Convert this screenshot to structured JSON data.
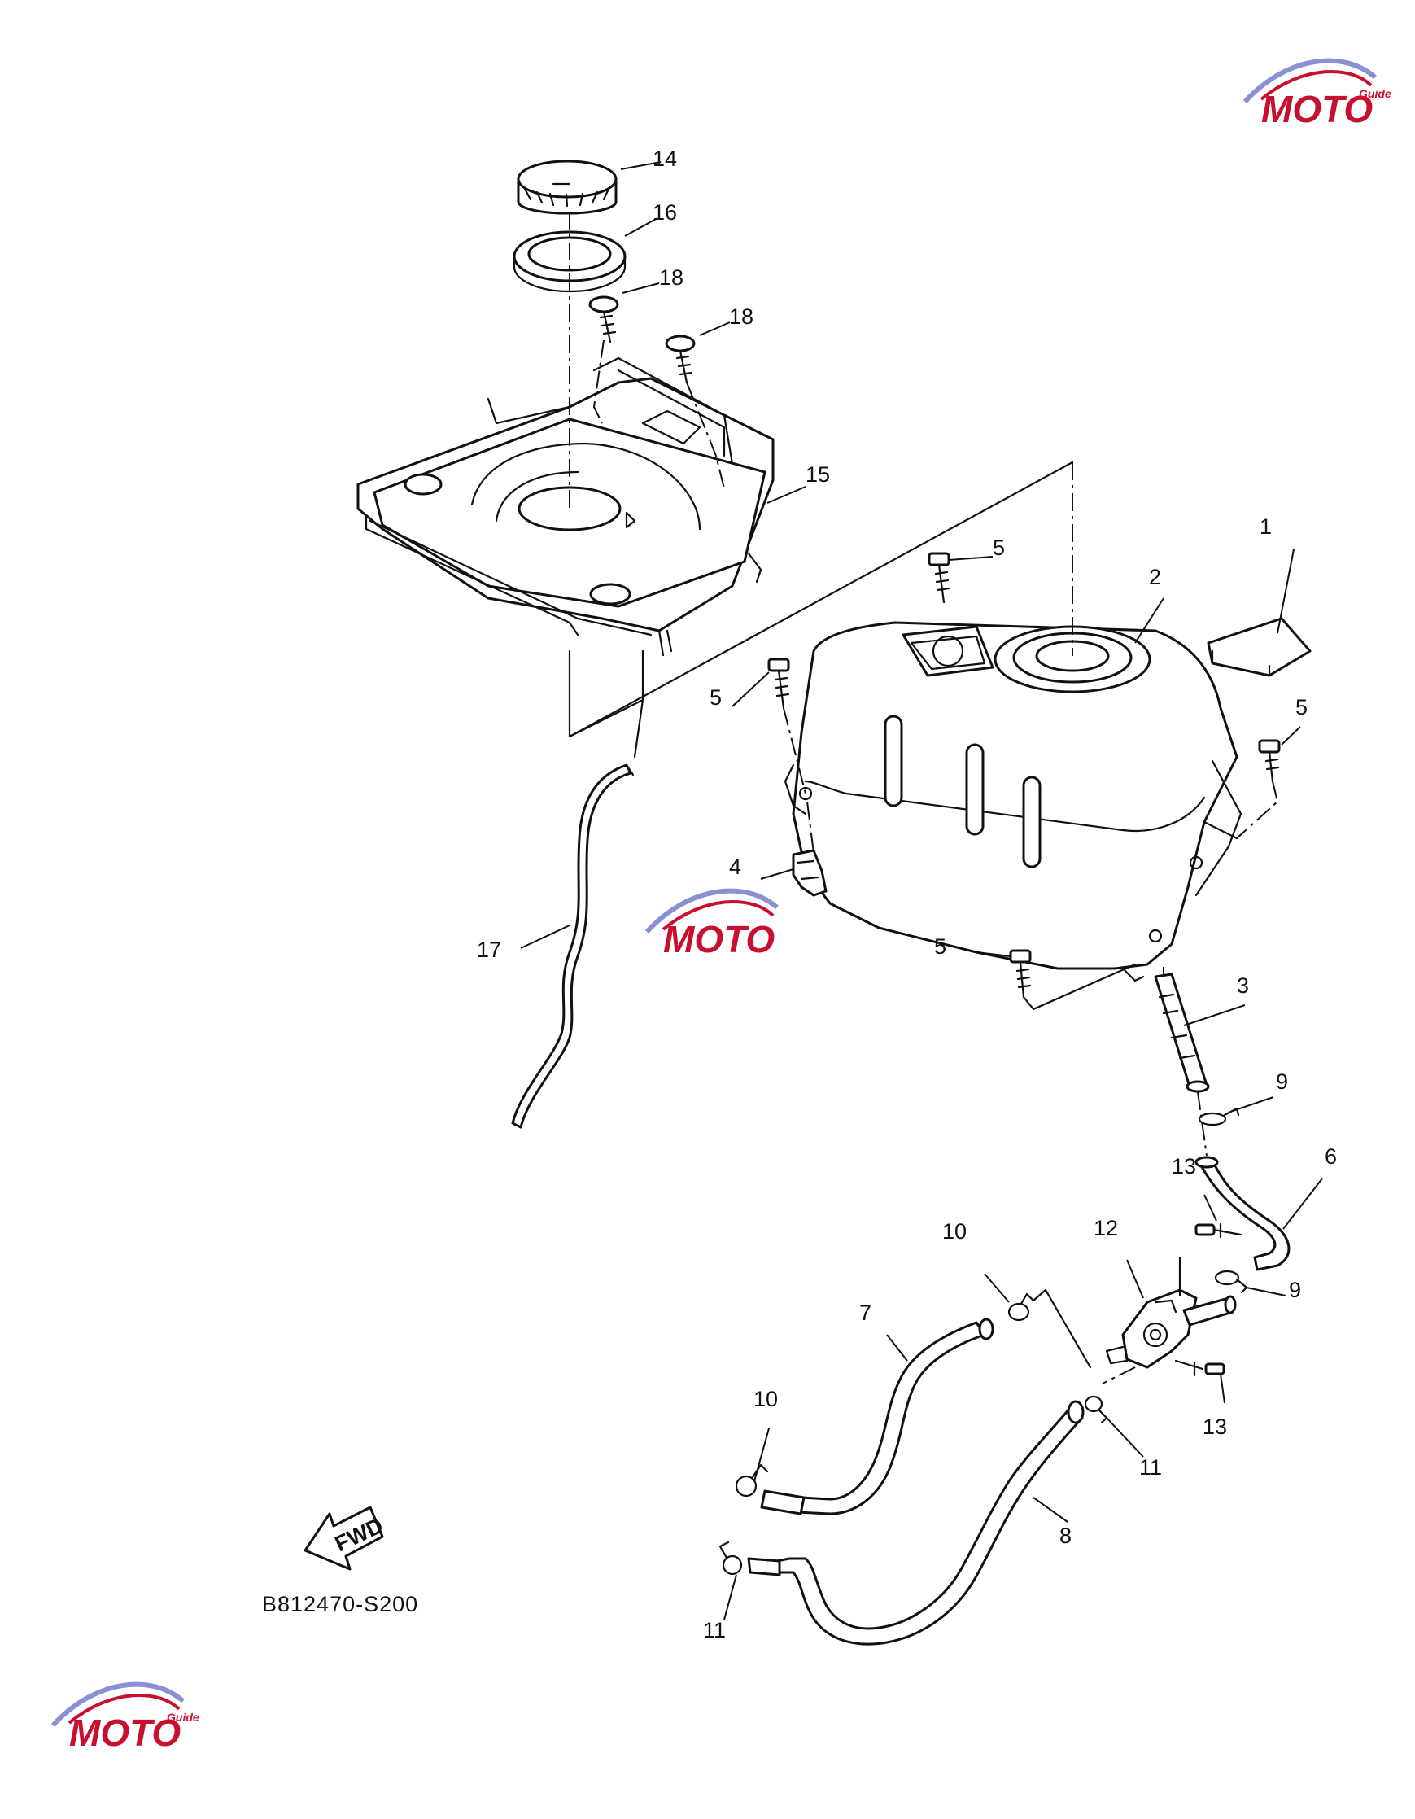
{
  "diagram_code": "B812470-S200",
  "fwd_label": "FWD",
  "watermark": {
    "brand": "MOTO",
    "tag": "Guide",
    "color": "#c8102e"
  },
  "callouts": [
    {
      "id": "c1",
      "label": "1"
    },
    {
      "id": "c2",
      "label": "2"
    },
    {
      "id": "c3",
      "label": "3"
    },
    {
      "id": "c4",
      "label": "4"
    },
    {
      "id": "c5a",
      "label": "5"
    },
    {
      "id": "c5b",
      "label": "5"
    },
    {
      "id": "c5c",
      "label": "5"
    },
    {
      "id": "c5d",
      "label": "5"
    },
    {
      "id": "c6",
      "label": "6"
    },
    {
      "id": "c7",
      "label": "7"
    },
    {
      "id": "c8",
      "label": "8"
    },
    {
      "id": "c9a",
      "label": "9"
    },
    {
      "id": "c9b",
      "label": "9"
    },
    {
      "id": "c10a",
      "label": "10"
    },
    {
      "id": "c10b",
      "label": "10"
    },
    {
      "id": "c11a",
      "label": "11"
    },
    {
      "id": "c11b",
      "label": "11"
    },
    {
      "id": "c12",
      "label": "12"
    },
    {
      "id": "c13a",
      "label": "13"
    },
    {
      "id": "c13b",
      "label": "13"
    },
    {
      "id": "c14",
      "label": "14"
    },
    {
      "id": "c15",
      "label": "15"
    },
    {
      "id": "c16",
      "label": "16"
    },
    {
      "id": "c17",
      "label": "17"
    },
    {
      "id": "c18a",
      "label": "18"
    },
    {
      "id": "c18b",
      "label": "18"
    }
  ]
}
